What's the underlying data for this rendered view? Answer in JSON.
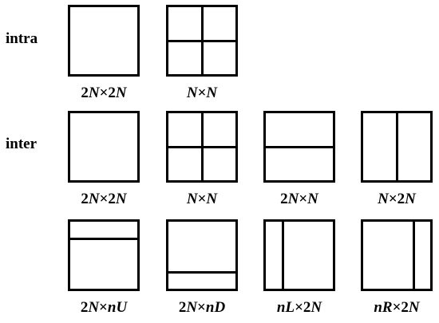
{
  "rows": [
    {
      "label": "intra",
      "partitions": [
        {
          "key": "2Nx2N",
          "caption": [
            "2",
            "N",
            "×2",
            "N"
          ],
          "splits": {
            "h": [],
            "v": []
          }
        },
        {
          "key": "NxN",
          "caption": [
            "",
            "N",
            "×",
            "N"
          ],
          "splits": {
            "h": [
              0.5
            ],
            "v": [
              0.5
            ]
          }
        }
      ]
    },
    {
      "label": "inter",
      "partitions": [
        {
          "key": "2Nx2N",
          "caption": [
            "2",
            "N",
            "×2",
            "N"
          ],
          "splits": {
            "h": [],
            "v": []
          }
        },
        {
          "key": "NxN",
          "caption": [
            "",
            "N",
            "×",
            "N"
          ],
          "splits": {
            "h": [
              0.5
            ],
            "v": [
              0.5
            ]
          }
        },
        {
          "key": "2NxN",
          "caption": [
            "2",
            "N",
            "×",
            "N"
          ],
          "splits": {
            "h": [
              0.5
            ],
            "v": []
          }
        },
        {
          "key": "Nx2N",
          "caption": [
            "",
            "N",
            "×2",
            "N"
          ],
          "splits": {
            "h": [],
            "v": [
              0.5
            ]
          }
        }
      ]
    },
    {
      "label": "",
      "partitions": [
        {
          "key": "2NxnU",
          "caption": [
            "2",
            "N",
            "×",
            "nU"
          ],
          "splits": {
            "h": [
              0.25
            ],
            "v": []
          }
        },
        {
          "key": "2NxnD",
          "caption": [
            "2",
            "N",
            "×",
            "nD"
          ],
          "splits": {
            "h": [
              0.75
            ],
            "v": []
          }
        },
        {
          "key": "nLx2N",
          "caption": [
            "",
            "nL",
            "×2",
            "N"
          ],
          "splits": {
            "h": [],
            "v": [
              0.25
            ]
          }
        },
        {
          "key": "nRx2N",
          "caption": [
            "",
            "nR",
            "×2",
            "N"
          ],
          "splits": {
            "h": [],
            "v": [
              0.75
            ]
          }
        }
      ]
    }
  ]
}
